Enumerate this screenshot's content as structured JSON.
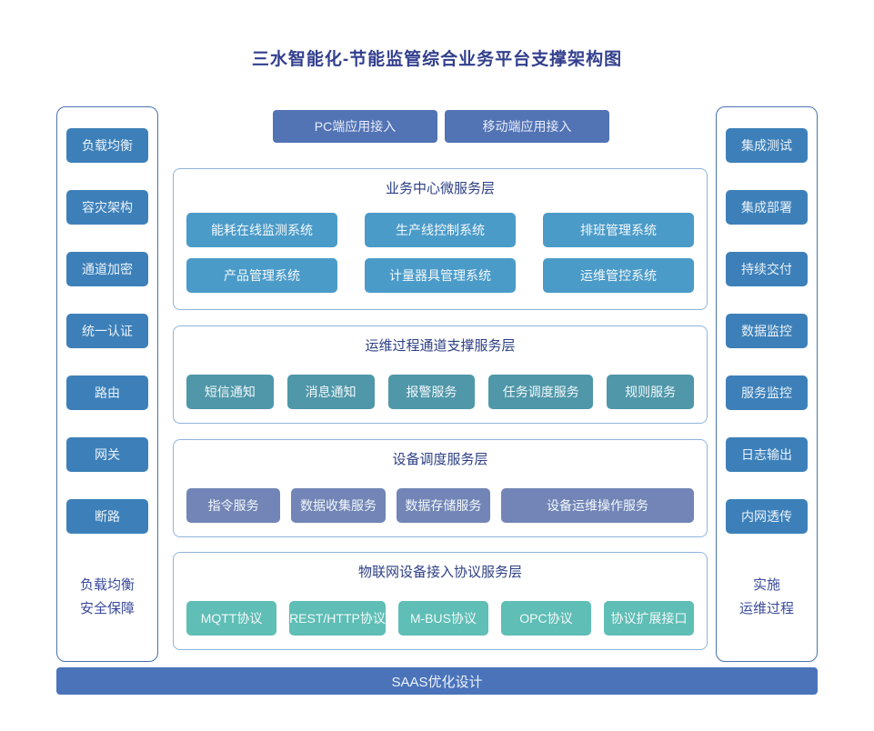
{
  "page": {
    "title": "三水智能化-节能监管综合业务平台支撑架构图"
  },
  "colors": {
    "title_text": "#323f8d",
    "panel_border": "#4a72b0",
    "section_border": "#8fb4dc",
    "sidebar_button": "#3d80b9",
    "access_button": "#5273b4",
    "business_button": "#4b9bc9",
    "channel_button": "#4f97a9",
    "device_button": "#7285b6",
    "protocol_button": "#5fbeb5",
    "saas_bar": "#4a73ba"
  },
  "left_panel": {
    "items": [
      "负载均衡",
      "容灾架构",
      "通道加密",
      "统一认证",
      "路由",
      "网关",
      "断路"
    ],
    "caption_line1": "负载均衡",
    "caption_line2": "安全保障"
  },
  "right_panel": {
    "items": [
      "集成测试",
      "集成部署",
      "持续交付",
      "数据监控",
      "服务监控",
      "日志输出",
      "内网透传"
    ],
    "caption_line1": "实施",
    "caption_line2": "运维过程"
  },
  "access_layer": {
    "buttons": [
      "PC端应用接入",
      "移动端应用接入"
    ]
  },
  "sections": [
    {
      "title": "业务中心微服务层",
      "rows": [
        [
          "能耗在线监测系统",
          "生产线控制系统",
          "排班管理系统"
        ],
        [
          "产品管理系统",
          "计量器具管理系统",
          "运维管控系统"
        ]
      ]
    },
    {
      "title": "运维过程通道支撑服务层",
      "rows": [
        [
          "短信通知",
          "消息通知",
          "报警服务",
          "任务调度服务",
          "规则服务"
        ]
      ]
    },
    {
      "title": "设备调度服务层",
      "rows": [
        [
          "指令服务",
          "数据收集服务",
          "数据存储服务",
          "设备运维操作服务"
        ]
      ]
    },
    {
      "title": "物联网设备接入协议服务层",
      "rows": [
        [
          "MQTT协议",
          "REST/HTTP协议",
          "M-BUS协议",
          "OPC协议",
          "协议扩展接口"
        ]
      ]
    }
  ],
  "footer": {
    "label": "SAAS优化设计"
  }
}
